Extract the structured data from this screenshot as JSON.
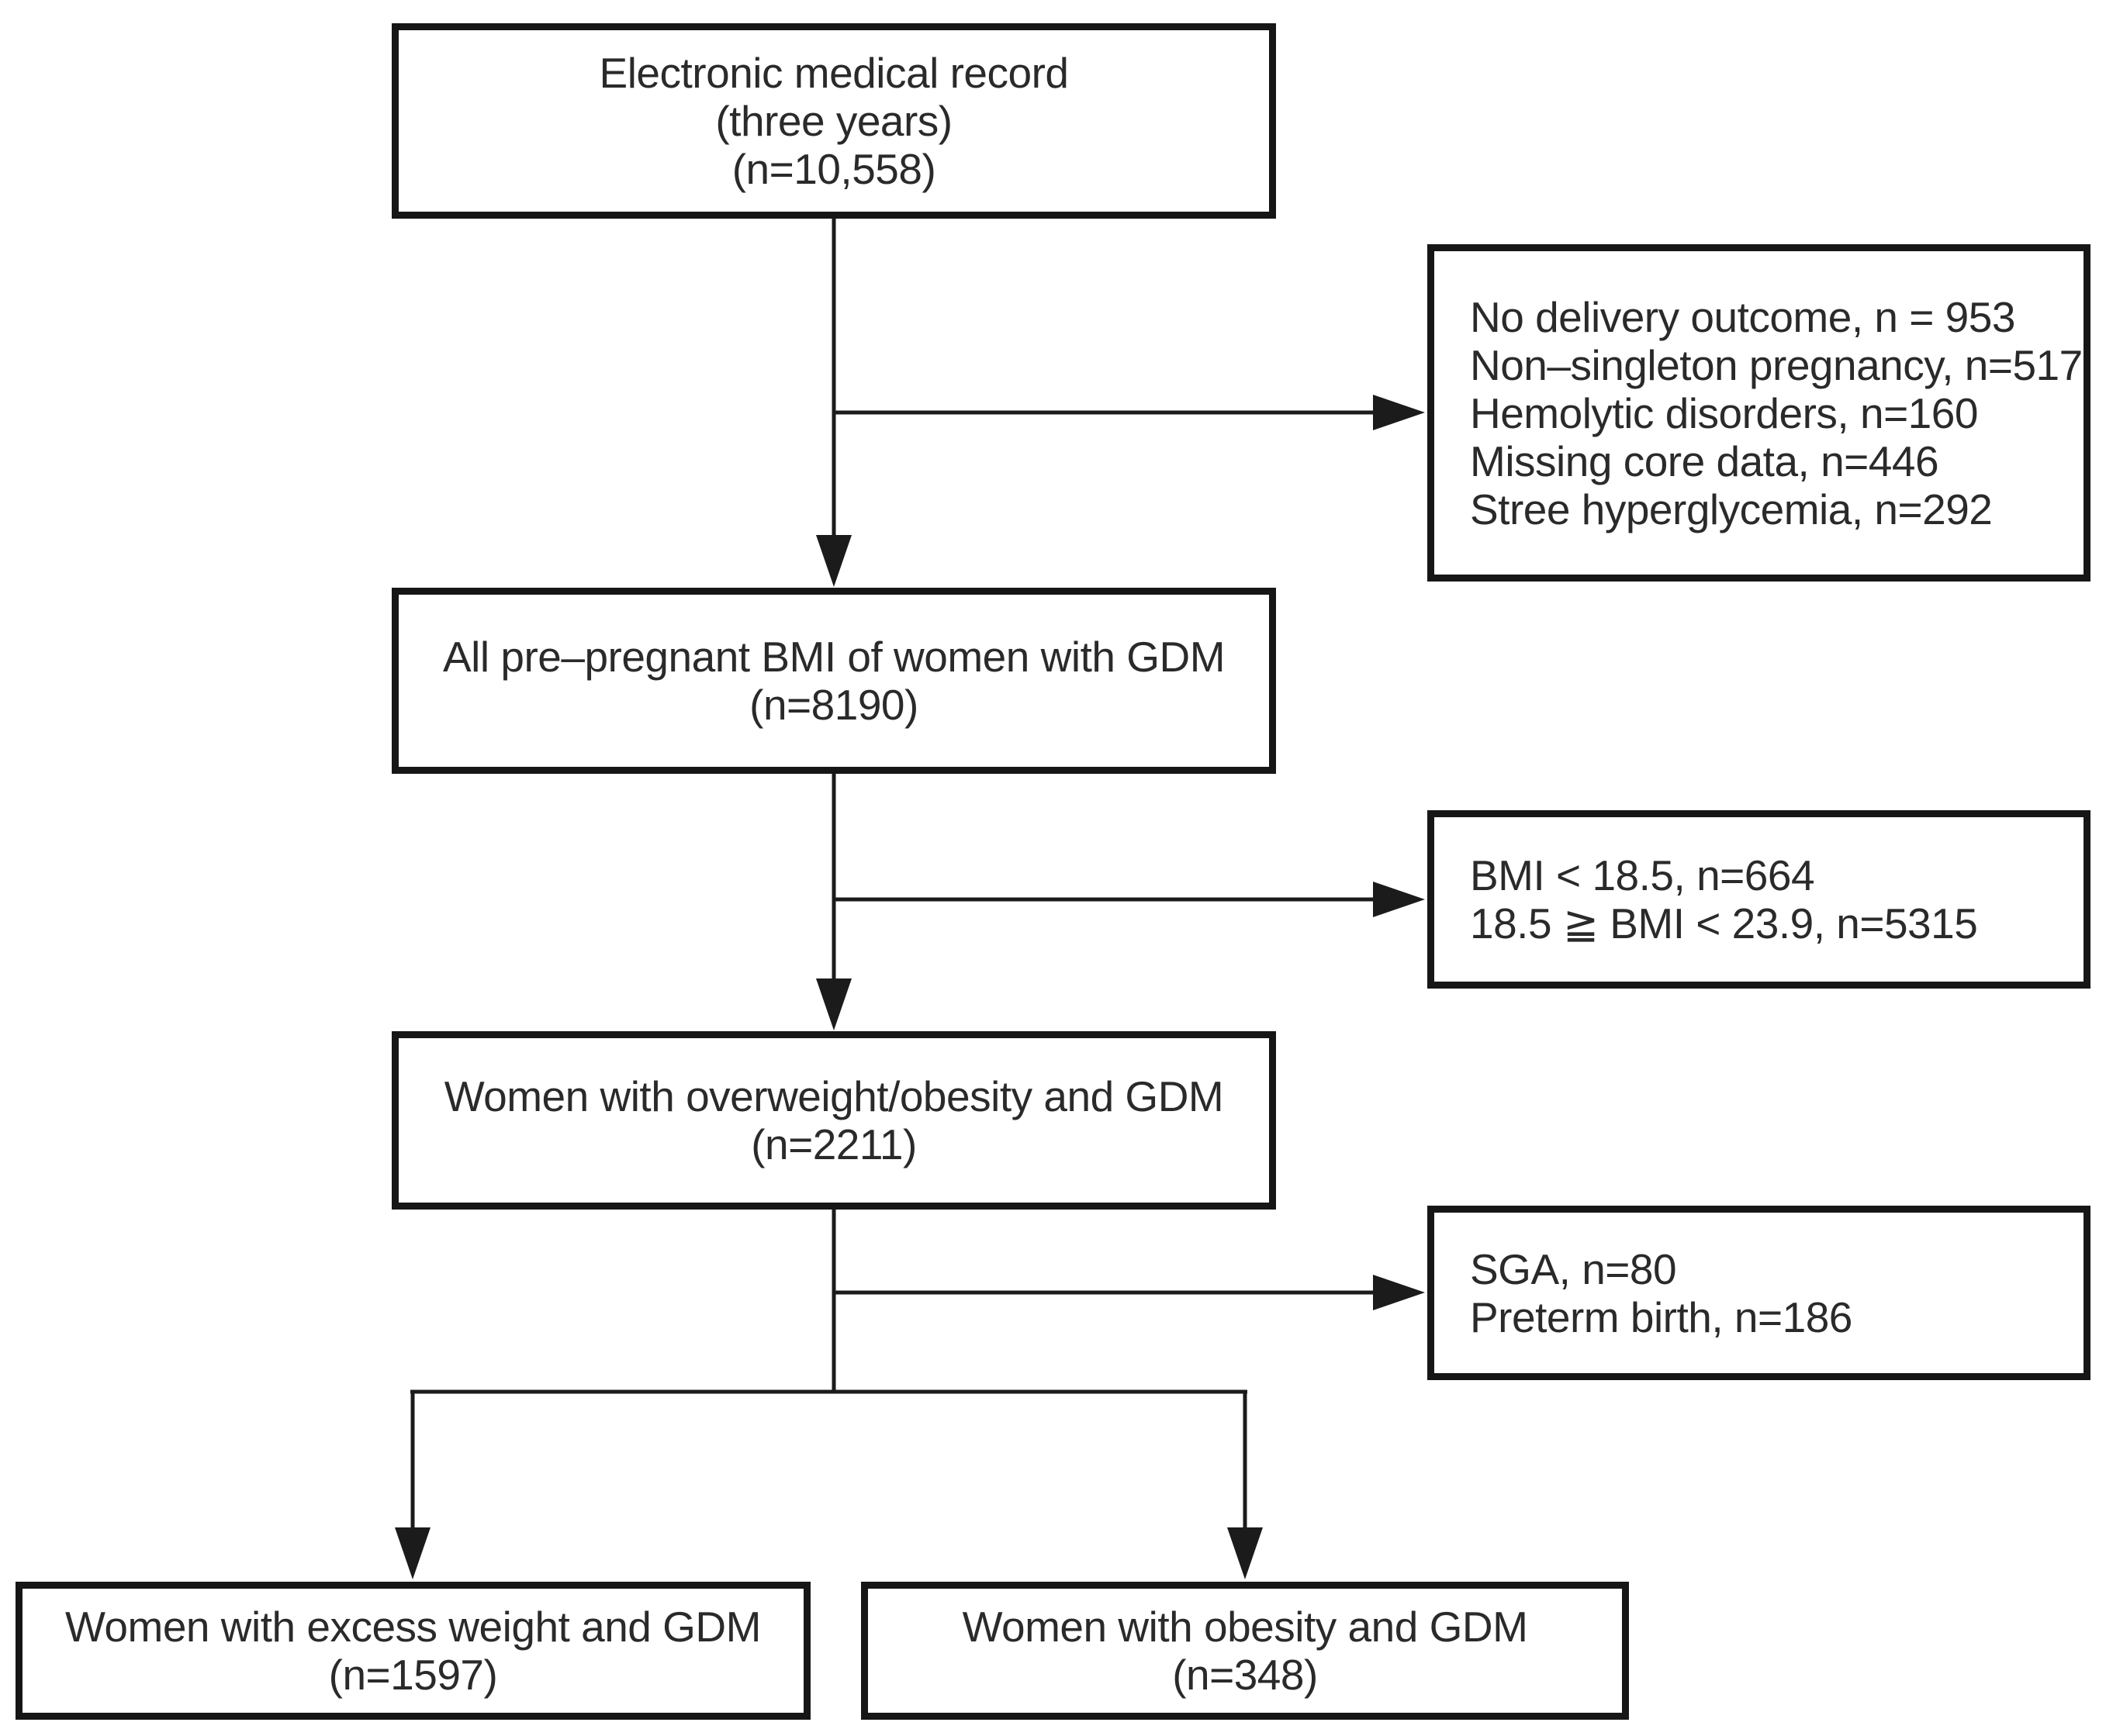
{
  "figure": {
    "colors": {
      "background": "#ffffff",
      "line": "#1b1b1b",
      "box_border": "#161616",
      "text": "#2a2a2a"
    },
    "nodes": {
      "emr": {
        "lines": [
          "Electronic medical record",
          "(three years)",
          "(n=10,558)"
        ]
      },
      "exclusion1": {
        "lines": [
          "No delivery outcome, n = 953",
          "Non–singleton pregnancy, n=517",
          "Hemolytic disorders, n=160",
          "Missing core data, n=446",
          "Stree hyperglycemia, n=292"
        ]
      },
      "prepregnant_bmi": {
        "lines": [
          "All pre–pregnant BMI of women with GDM",
          "(n=8190)"
        ]
      },
      "exclusion2": {
        "lines": [
          "BMI < 18.5, n=664",
          "18.5 ≧ BMI < 23.9, n=5315"
        ]
      },
      "overweight_obesity": {
        "lines": [
          "Women with overweight/obesity and GDM",
          "(n=2211)"
        ]
      },
      "exclusion3": {
        "lines": [
          "SGA, n=80",
          "Preterm birth, n=186"
        ]
      },
      "excess_weight": {
        "lines": [
          "Women with excess weight and GDM",
          "(n=1597)"
        ]
      },
      "obesity": {
        "lines": [
          "Women with obesity and GDM",
          "(n=348)"
        ]
      }
    }
  }
}
